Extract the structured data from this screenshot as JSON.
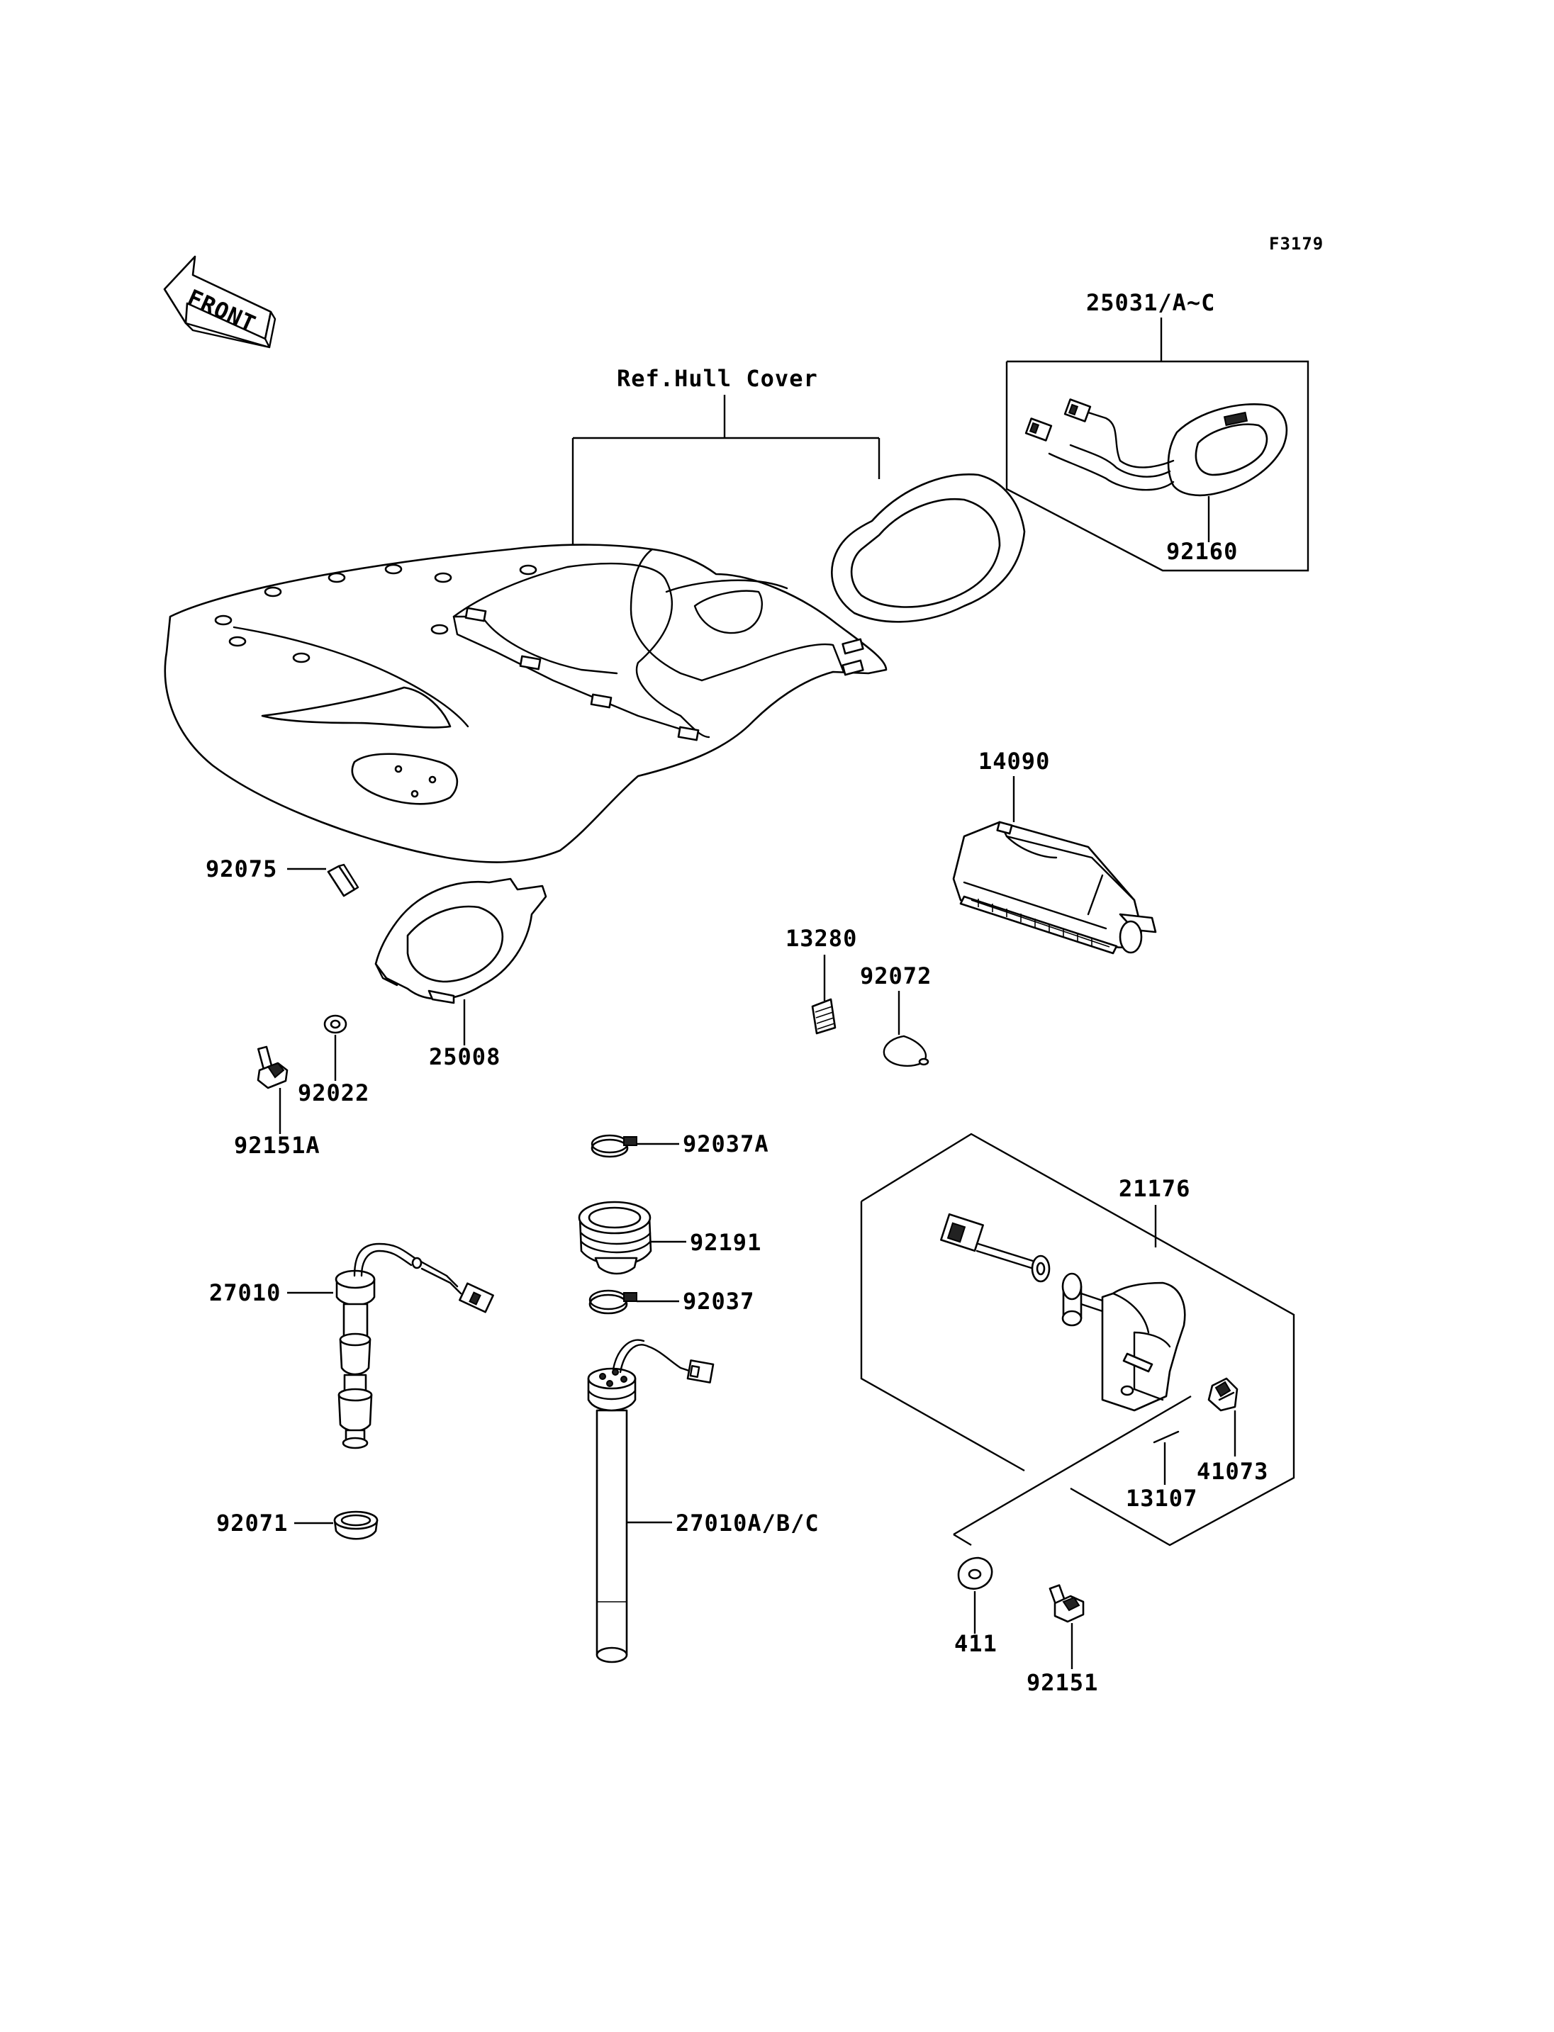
{
  "figure_code": "F3179",
  "front_arrow": {
    "label": "FRONT",
    "icon": "front-arrow-icon"
  },
  "reference": {
    "label": "Ref.Hull Cover"
  },
  "parts": [
    {
      "id": "p25031",
      "label": "25031/A~C"
    },
    {
      "id": "p92160",
      "label": "92160"
    },
    {
      "id": "p14090",
      "label": "14090"
    },
    {
      "id": "p92075",
      "label": "92075"
    },
    {
      "id": "p25008",
      "label": "25008"
    },
    {
      "id": "p92022",
      "label": "92022"
    },
    {
      "id": "p92151A",
      "label": "92151A"
    },
    {
      "id": "p13280",
      "label": "13280"
    },
    {
      "id": "p92072",
      "label": "92072"
    },
    {
      "id": "p92037A",
      "label": "92037A"
    },
    {
      "id": "p92191",
      "label": "92191"
    },
    {
      "id": "p92037",
      "label": "92037"
    },
    {
      "id": "p27010",
      "label": "27010"
    },
    {
      "id": "p27010ABC",
      "label": "27010A/B/C"
    },
    {
      "id": "p92071",
      "label": "92071"
    },
    {
      "id": "p21176",
      "label": "21176"
    },
    {
      "id": "p41073",
      "label": "41073"
    },
    {
      "id": "p13107",
      "label": "13107"
    },
    {
      "id": "p411",
      "label": "411"
    },
    {
      "id": "p92151",
      "label": "92151"
    }
  ]
}
